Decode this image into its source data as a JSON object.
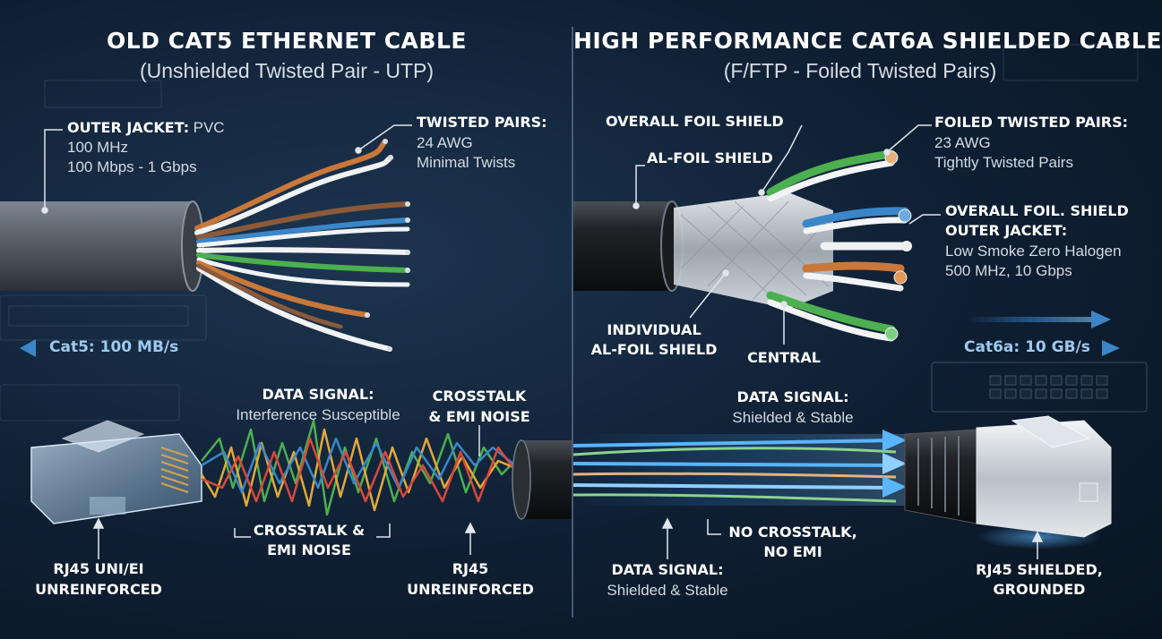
{
  "left": {
    "title": "OLD CAT5 ETHERNET CABLE",
    "subtitle": "(Unshielded Twisted Pair - UTP)",
    "outer_jacket": {
      "label": "OUTER JACKET:",
      "value": "PVC",
      "line2": "100 MHz",
      "line3": "100 Mbps - 1 Gbps"
    },
    "twisted_pairs": {
      "label": "TWISTED PAIRS:",
      "line1": "24 AWG",
      "line2": "Minimal Twists"
    },
    "speed": "Cat5: 100 MB/s",
    "data_signal": {
      "label": "DATA SIGNAL:",
      "text": "Interference Susceptible"
    },
    "crosstalk_top": {
      "line1": "CROSSTALK",
      "line2": "& EMI NOISE"
    },
    "crosstalk_bottom": {
      "line1": "CROSSTALK &",
      "line2": "EMI NOISE"
    },
    "rj45_left": {
      "line1": "RJ45 UNI/EI",
      "line2": "UNREINFORCED"
    },
    "rj45_right": {
      "line1": "RJ45",
      "line2": "UNREINFORCED"
    }
  },
  "right": {
    "title": "HIGH PERFORMANCE CAT6A SHIELDED CABLE",
    "subtitle": "(F/FTP - Foiled Twisted Pairs)",
    "overall_foil": "OVERALL FOIL SHIELD",
    "al_foil": "AL-FOIL SHIELD",
    "foiled_pairs": {
      "label": "FOILED TWISTED PAIRS:",
      "line1": "23 AWG",
      "line2": "Tightly Twisted Pairs"
    },
    "jacket": {
      "line1": "OVERALL FOIL. SHIELD",
      "line2": "OUTER JACKET:",
      "line3": "Low Smoke Zero Halogen",
      "line4": "500 MHz, 10 Gbps"
    },
    "individual": {
      "line1": "INDIVIDUAL",
      "line2": "AL-FOIL SHIELD"
    },
    "central": "CENTRAL",
    "speed": "Cat6a: 10 GB/s",
    "data_signal_top": {
      "label": "DATA SIGNAL:",
      "text": "Shielded & Stable"
    },
    "no_crosstalk": {
      "line1": "NO CROSSTALK,",
      "line2": "NO EMI"
    },
    "data_signal_bottom": {
      "label": "DATA SIGNAL:",
      "text": "Shielded & Stable"
    },
    "rj45": {
      "line1": "RJ45 SHIELDED,",
      "line2": "GROUNDED"
    }
  },
  "colors": {
    "orange": "#c9773a",
    "green": "#4caf50",
    "blue": "#3a86c8",
    "brown": "#8a5a3a",
    "accent": "#3ba0ff",
    "line": "#e0e6ec"
  }
}
